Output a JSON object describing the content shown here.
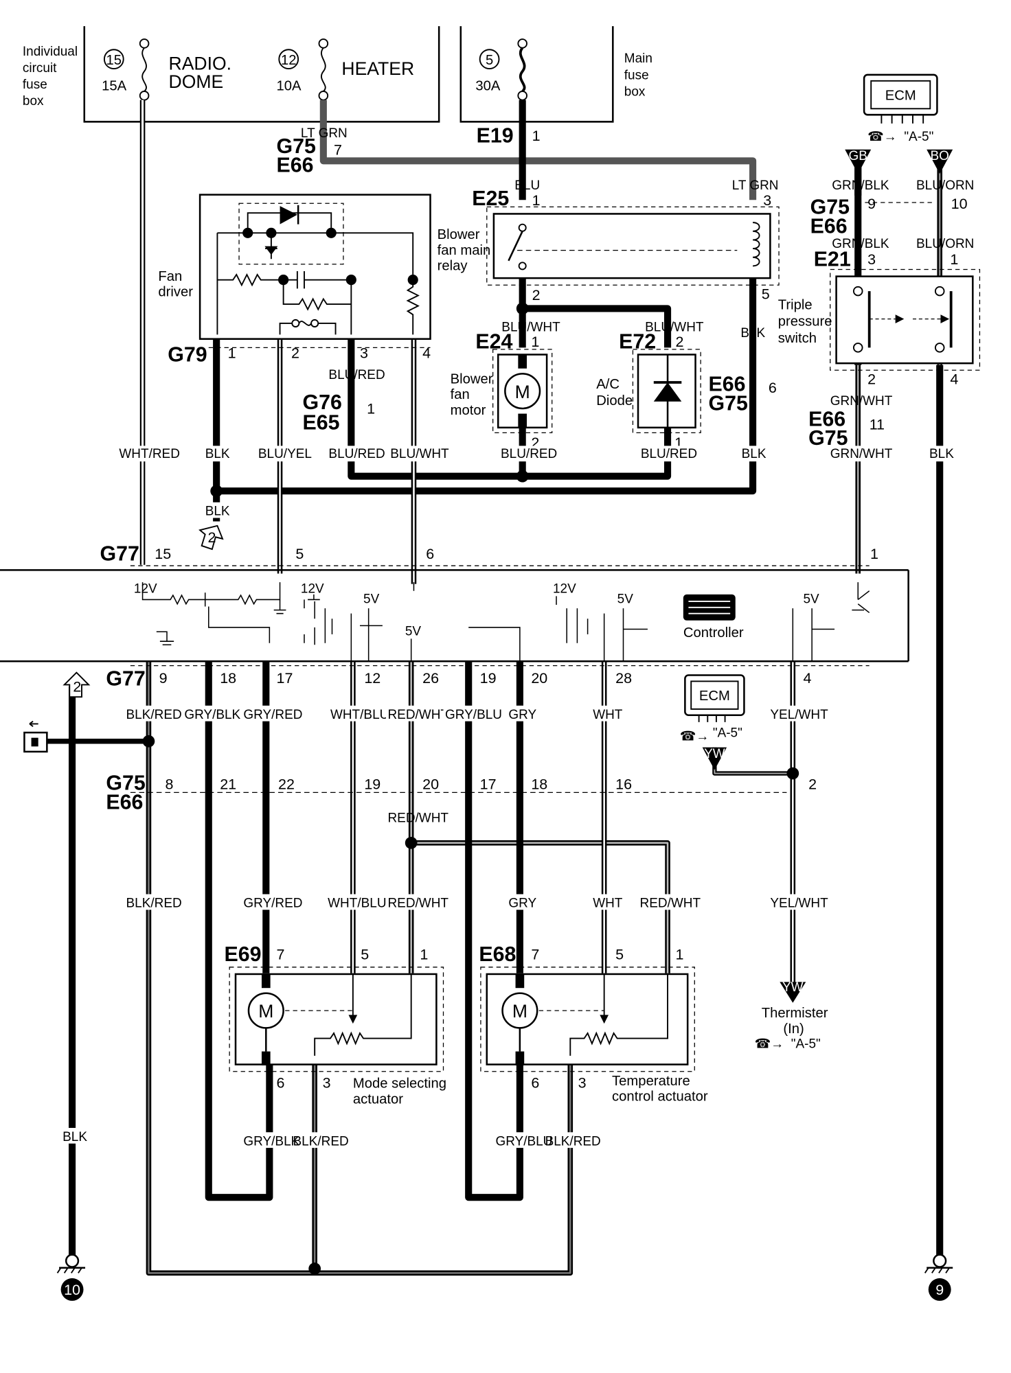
{
  "fuse_boxes": {
    "individual": [
      "Individual",
      "circuit",
      "fuse",
      "box"
    ],
    "main": [
      "Main",
      "fuse",
      "box"
    ]
  },
  "fuses": [
    {
      "num": "15",
      "amps": "15A",
      "name": [
        "RADIO.",
        "DOME"
      ]
    },
    {
      "num": "12",
      "amps": "10A",
      "name": [
        "HEATER"
      ]
    },
    {
      "num": "5",
      "amps": "30A",
      "name": []
    }
  ],
  "connectors": {
    "g75": "G75",
    "e66": "E66",
    "e19": "E19",
    "e25": "E25",
    "e21": "E21",
    "g79": "G79",
    "e24": "E24",
    "e72": "E72",
    "g76": "G76",
    "e65": "E65",
    "g77": "G77",
    "e69": "E69",
    "e68": "E68"
  },
  "components": {
    "ecm": "ECM",
    "see_ref": "\"A-5\"",
    "fan_driver": [
      "Fan",
      "driver"
    ],
    "blower_relay": [
      "Blower",
      "fan main",
      "relay"
    ],
    "blower_motor": [
      "Blower",
      "fan",
      "motor"
    ],
    "ac_diode": [
      "A/C",
      "Diode"
    ],
    "triple_switch": [
      "Triple",
      "pressure",
      "switch"
    ],
    "controller": "Controller",
    "mode_actuator": [
      "Mode selecting",
      "actuator"
    ],
    "temp_actuator": [
      "Temperature",
      "control actuator"
    ],
    "thermister": [
      "Thermister",
      "(In)"
    ],
    "motor_symbol": "M"
  },
  "wires": {
    "lt_grn": "LT GRN",
    "blu": "BLU",
    "blk": "BLK",
    "grn_blk": "GRN/BLK",
    "blu_orn": "BLU/ORN",
    "blu_wht": "BLU/WHT",
    "blu_red": "BLU/RED",
    "grn_wht": "GRN/WHT",
    "wht_red": "WHT/RED",
    "blu_yel": "BLU/YEL",
    "blk_red": "BLK/RED",
    "gry_blk": "GRY/BLK",
    "gry_red": "GRY/RED",
    "wht_blu": "WHT/BLU",
    "red_wht": "RED/WHT",
    "gry_blu": "GRY/BLU",
    "gry": "GRY",
    "wht": "WHT",
    "yel_wht": "YEL/WHT"
  },
  "tags": {
    "gb": "GB",
    "bo": "BO",
    "yw": "YW"
  },
  "voltages": {
    "v12": "12V",
    "v5": "5V"
  },
  "grounds": {
    "left": "10",
    "right": "9",
    "page_ref": "2"
  },
  "pins": {
    "p1": "1",
    "p2": "2",
    "p3": "3",
    "p4": "4",
    "p5": "5",
    "p6": "6",
    "p7": "7",
    "p8": "8",
    "p9": "9",
    "p10": "10",
    "p11": "11",
    "p12": "12",
    "p15": "15",
    "p16": "16",
    "p17": "17",
    "p18": "18",
    "p19": "19",
    "p20": "20",
    "p21": "21",
    "p22": "22",
    "p26": "26",
    "p28": "28"
  }
}
